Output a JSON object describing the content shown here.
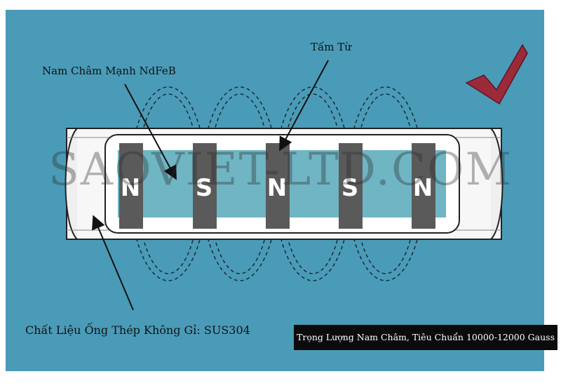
{
  "labels": {
    "magnet": "Nam Châm Mạnh NdFeB",
    "plate": "Tấm Từ",
    "tube": "Chất Liệu Ống Thép Không Gỉ: SUS304",
    "gauss": "Trọng Lượng Nam Châm, Tiêu Chuẩn 10000-12000 Gauss"
  },
  "watermark": "SAOVIET-LTD.COM",
  "poles": [
    "N",
    "S",
    "N",
    "S",
    "N"
  ],
  "colors": {
    "background": "#4a9bb8",
    "magnet_body": "#6fb5c4",
    "plate": "#5a5a5a",
    "checkmark": "#9b2a3a",
    "label_box": "#0b0b0b"
  },
  "icons": {
    "checkmark": "checkmark-icon"
  }
}
